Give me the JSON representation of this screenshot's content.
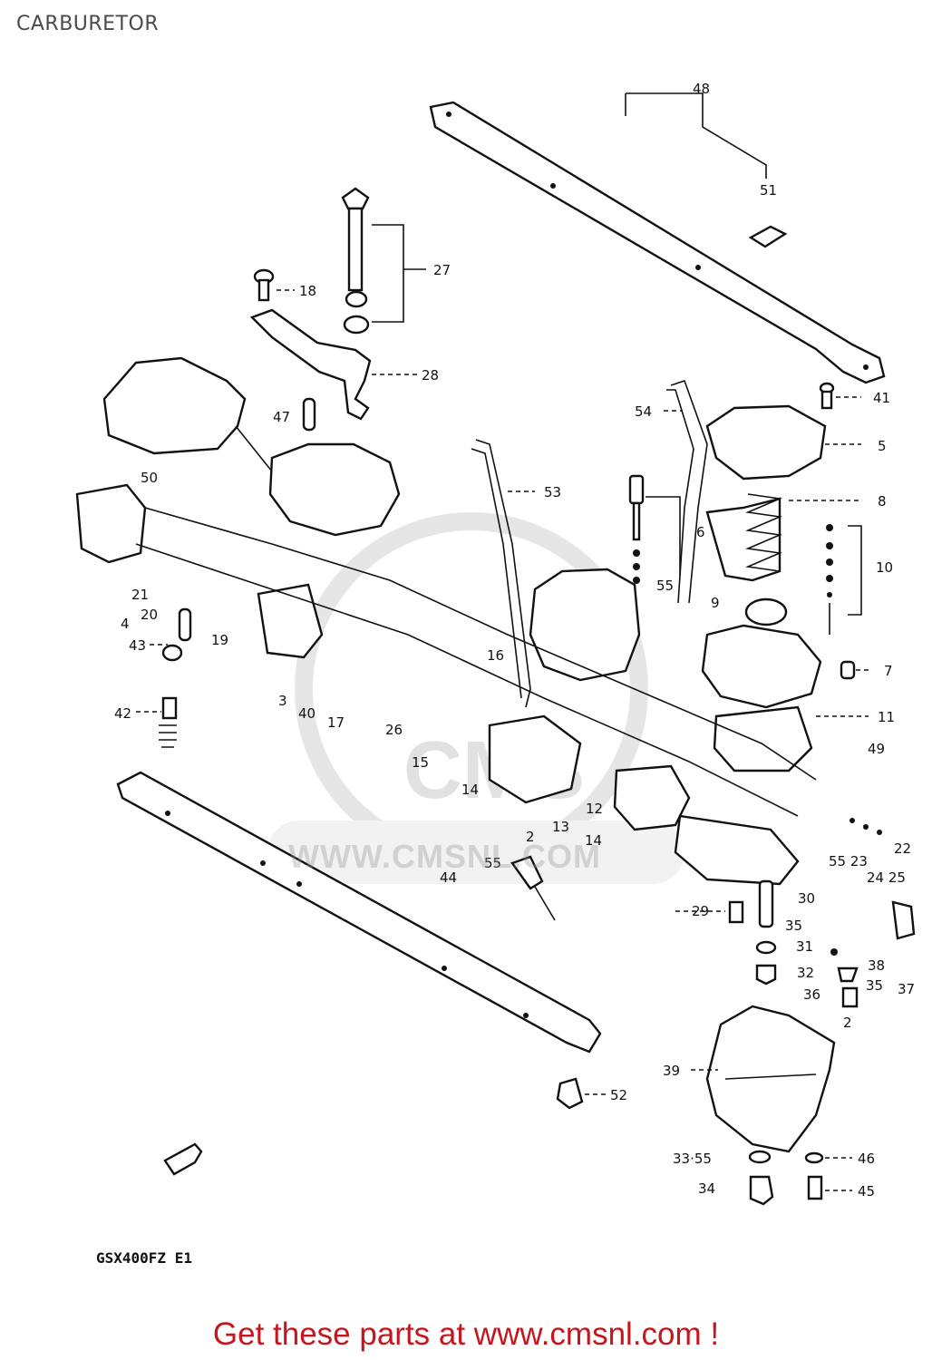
{
  "header": {
    "title": "CARBURETOR"
  },
  "diagram": {
    "model_code": "GSX400FZ E1",
    "watermark": "WWW.CMSNL.COM",
    "watermark_logo_text": "CMS",
    "callouts": {
      "c48": "48",
      "c51": "51",
      "c27": "27",
      "c18": "18",
      "c28": "28",
      "c41": "41",
      "c54": "54",
      "c5": "5",
      "c47": "47",
      "c53": "53",
      "c50": "50",
      "c8": "8",
      "c6": "6",
      "c10": "10",
      "c55a": "55",
      "c21": "21",
      "c9": "9",
      "c20": "20",
      "c4": "4",
      "c43": "43",
      "c19": "19",
      "c16": "16",
      "c7": "7",
      "c3": "3",
      "c40": "40",
      "c17": "17",
      "c42": "42",
      "c26": "26",
      "c11": "11",
      "c49": "49",
      "c15": "15",
      "c14a": "14",
      "c12": "12",
      "c13": "13",
      "c2a": "2",
      "c14b": "14",
      "c44": "44",
      "c55b": "55",
      "c5523": "55 23",
      "c2425": "24 25",
      "c30": "30",
      "c29": "29",
      "c35a": "35",
      "c31": "31",
      "c38": "38",
      "c32": "32",
      "c35b": "35",
      "c37": "37",
      "c36": "36",
      "c2b": "2",
      "c39": "39",
      "c52": "52",
      "c3355": "33·55",
      "c46": "46",
      "c34": "34",
      "c45": "45",
      "c22": "22"
    }
  },
  "footer": {
    "cta": "Get these parts at www.cmsnl.com !"
  }
}
